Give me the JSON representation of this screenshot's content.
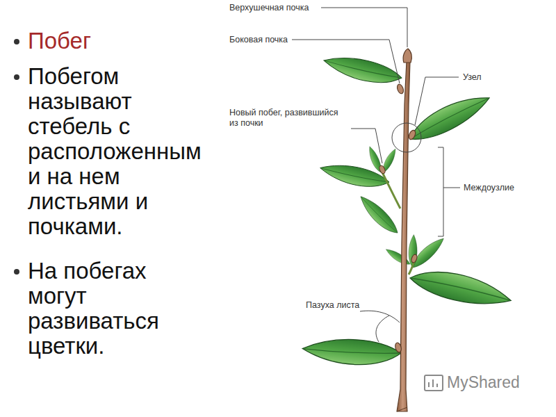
{
  "diagram": {
    "title": "Побег",
    "labels": [
      "Побегом называют стебель с расположенными на нем листьями и почками.",
      "На побегах могут развиваться цветки.",
      "Верхушечная почка",
      "Боковая почка",
      "Узел",
      "Новый побег, развившийся из почки",
      "Междоузлие",
      "Пазуха листа",
      "MyShared"
    ]
  }
}
